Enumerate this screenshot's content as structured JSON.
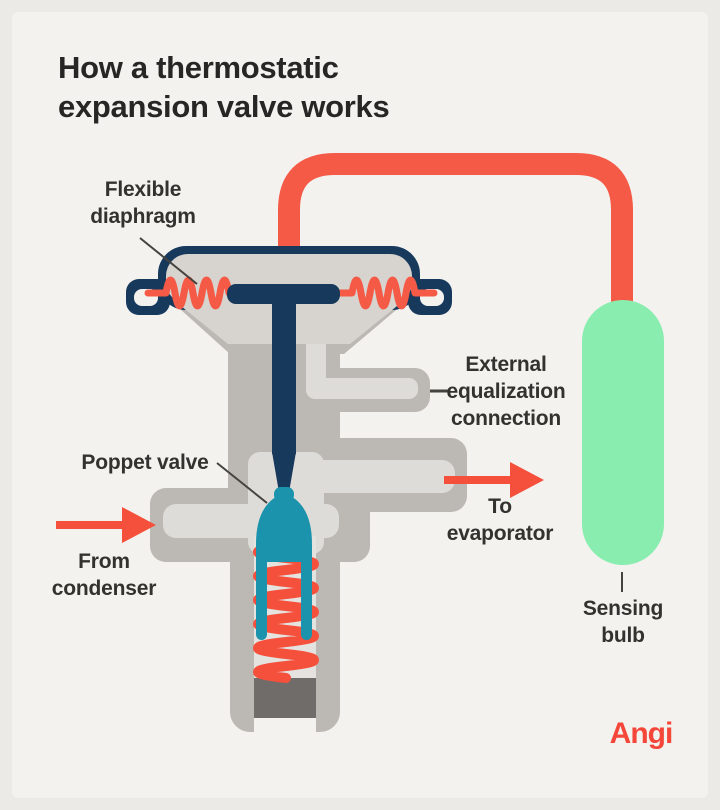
{
  "title": "How a thermostatic\nexpansion valve works",
  "labels": {
    "flexible_diaphragm": "Flexible\ndiaphragm",
    "external_equalization": "External\nequalization\nconnection",
    "poppet_valve": "Poppet valve",
    "to_evaporator": "To\nevaporator",
    "from_condenser": "From\ncondenser",
    "sensing_bulb": "Sensing\nbulb"
  },
  "logo_text": "Angi",
  "colors": {
    "background": "#f3f2ef",
    "coral_red": "#f55a47",
    "navy": "#17395c",
    "teal": "#1b93ac",
    "mint_green": "#8aedb0",
    "body_gray": "#bcb9b4",
    "channel_gray": "#dedcd8",
    "plug_gray": "#6f6c69",
    "text_dark": "#34322f"
  }
}
